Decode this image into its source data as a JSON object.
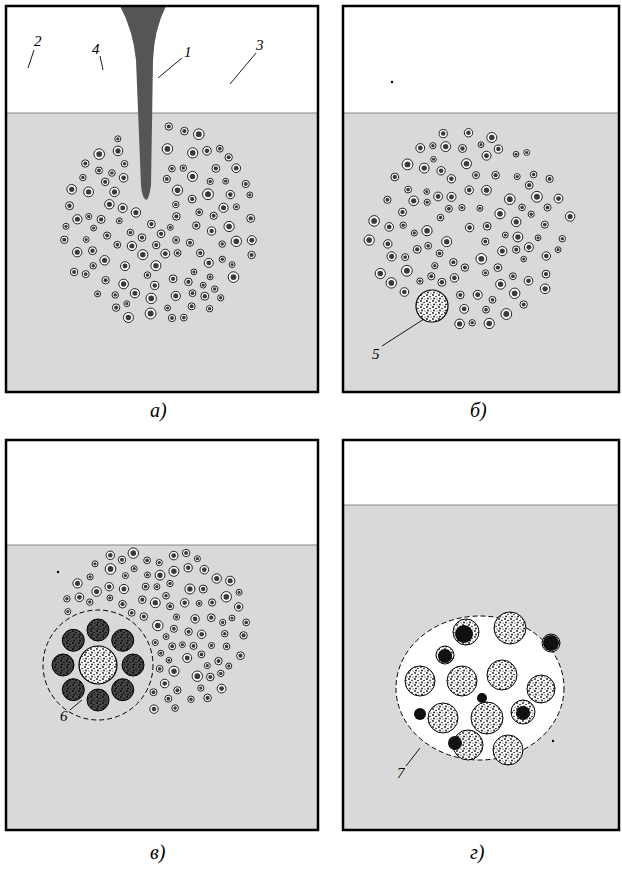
{
  "diagram": {
    "labels": [
      "1",
      "2",
      "3",
      "4",
      "5",
      "6",
      "7",
      "а)",
      "б)",
      "в)",
      "г)"
    ]
  }
}
